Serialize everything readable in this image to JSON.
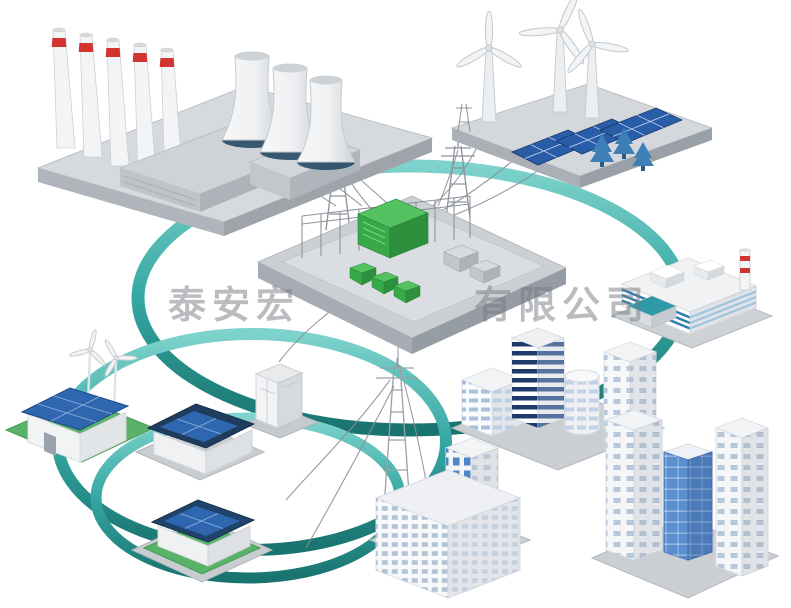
{
  "scene": {
    "background": "#ffffff",
    "type": "isometric smart-grid power network illustration",
    "watermark": {
      "fragments": [
        {
          "text": "泰安宏"
        },
        {
          "text": "有限公司"
        }
      ],
      "color": "#777c82",
      "opacity": 0.5
    },
    "palette": {
      "ring_teal": "#35a7a2",
      "ring_teal_light": "#7ed3cc",
      "ring_teal_dark": "#19736f",
      "platform_gray": "#ced2d7",
      "solar_panel_blue": "#2f66b0",
      "transformer_green": "#3fae4e",
      "chimney_red": "#d23430",
      "tower_navy": "#1d3a6b",
      "glass_blue": "#5b8fd0",
      "lawn_green": "#58b468",
      "wire_gray": "#8a9098"
    },
    "nodes": [
      {
        "name": "coal-power-plant",
        "desc": "thermal power plant with five red-banded chimneys and three cooling towers"
      },
      {
        "name": "wind-solar-farm",
        "desc": "three wind turbines with tilted solar panel arrays"
      },
      {
        "name": "transmission-substation",
        "desc": "central substation platform with green transformer buildings and gantries"
      },
      {
        "name": "transmission-pylons",
        "desc": "lattice transmission towers carrying sagging power lines"
      },
      {
        "name": "distribution-cabinet",
        "desc": "street distribution box"
      },
      {
        "name": "solar-houses",
        "desc": "three residential houses with rooftop solar panels and two small wind turbines"
      },
      {
        "name": "industrial-facility",
        "desc": "factory with blue-banded walls and striped stack"
      },
      {
        "name": "office-cluster-mid",
        "desc": "mid-rise city buildings with navy striped tower"
      },
      {
        "name": "office-cluster-bottom-right",
        "desc": "high-rise towers with glass facade"
      },
      {
        "name": "office-cluster-bottom-center",
        "desc": "large white apartment blocks"
      }
    ],
    "network": {
      "rings": 3,
      "power_lines": 13
    }
  }
}
